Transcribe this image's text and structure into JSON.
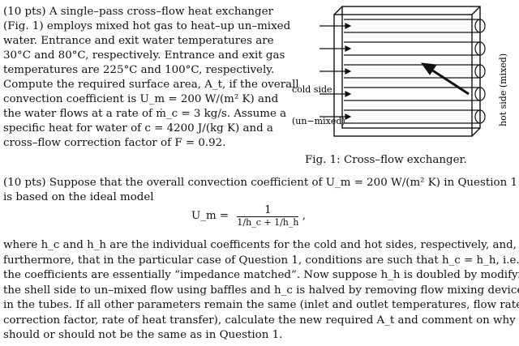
{
  "question1": {
    "lines": [
      "(10 pts) A single–pass cross–flow heat exchanger",
      "(Fig. 1) employs mixed hot gas to heat–up un–mixed",
      "water. Entrance and exit water temperatures are",
      "30°C and 80°C, respectively. Entrance and exit gas",
      "temperatures are 225°C and 100°C, respectively.",
      "Compute the required surface area, A_t, if the overall",
      "convection coefficient is U_m = 200 W/(m² K) and",
      "the water flows at a rate of ṁ_c = 3 kg/s. Assume a",
      "specific heat for water of c = 4200 J/(kg K) and a",
      "cross–flow correction factor of F = 0.92."
    ]
  },
  "figure": {
    "cold_side_label": "cold side",
    "unmixed_label": "(un−mixed)",
    "hot_side_label": "hot side (mixed)",
    "caption": "Fig. 1:   Cross–flow exchanger."
  },
  "question2": {
    "intro_lines": [
      "(10 pts) Suppose that the overall convection coefficient of U_m = 200 W/(m² K) in Question 1",
      "is based on the ideal model"
    ],
    "equation": {
      "lhs": "U_m  =",
      "numerator": "1",
      "denominator": "1/h_c + 1/h_h",
      "trail": ","
    },
    "body_lines": [
      "where h_c and h_h are the individual coefficents for the cold and hot sides, respectively, and,",
      "furthermore, that in the particular case of Question 1, conditions are such that h_c = h_h, i.e.",
      "the coefficients are essentially “impedance matched”. Now suppose h_h is doubled by modifying",
      "the shell side to un–mixed flow using baffles and h_c is halved by removing flow mixing devices",
      "in the tubes. If all other parameters remain the same (inlet and outlet temperatures, flow rates,",
      "correction factor, rate of heat transfer), calculate the new required A_t and comment on why it",
      "should or should not be the same as in Question 1."
    ]
  }
}
